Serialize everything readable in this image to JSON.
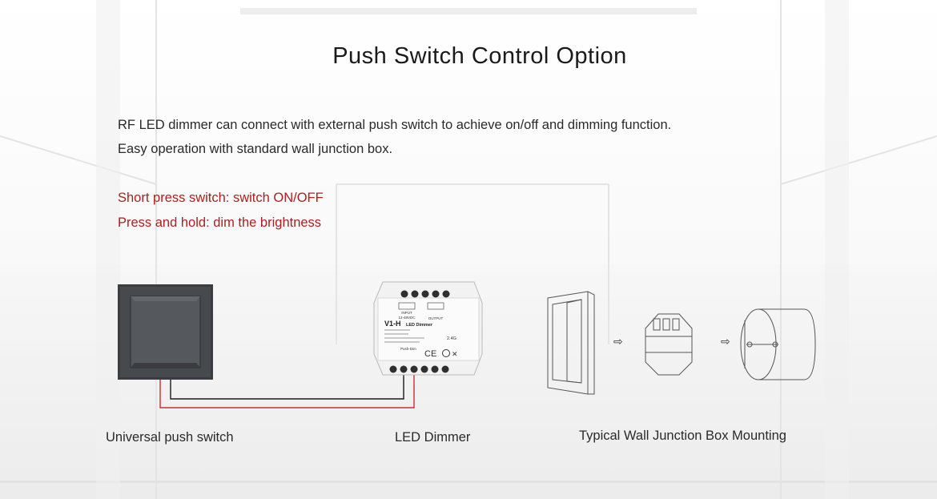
{
  "title": "Push Switch Control Option",
  "description": [
    "RF LED dimmer can connect with external push switch to achieve on/off and dimming function.",
    "Easy operation with standard wall junction box."
  ],
  "instructions": [
    "Short press switch: switch ON/OFF",
    "Press and hold: dim the brightness"
  ],
  "dimmer_label": {
    "model": "V1-H",
    "name": "LED Dimmer",
    "input": "INPUT",
    "input_range": "12-48VDC",
    "output": "OUTPUT",
    "band": "2.4G",
    "push_dim": "Push-Dim"
  },
  "captions": {
    "switch": "Universal push switch",
    "dimmer": "LED Dimmer",
    "mounting": "Typical Wall Junction Box Mounting"
  },
  "colors": {
    "accent_red": "#b11d1d",
    "wire_red": "#d42a2a",
    "wire_black": "#1a1a1a"
  }
}
